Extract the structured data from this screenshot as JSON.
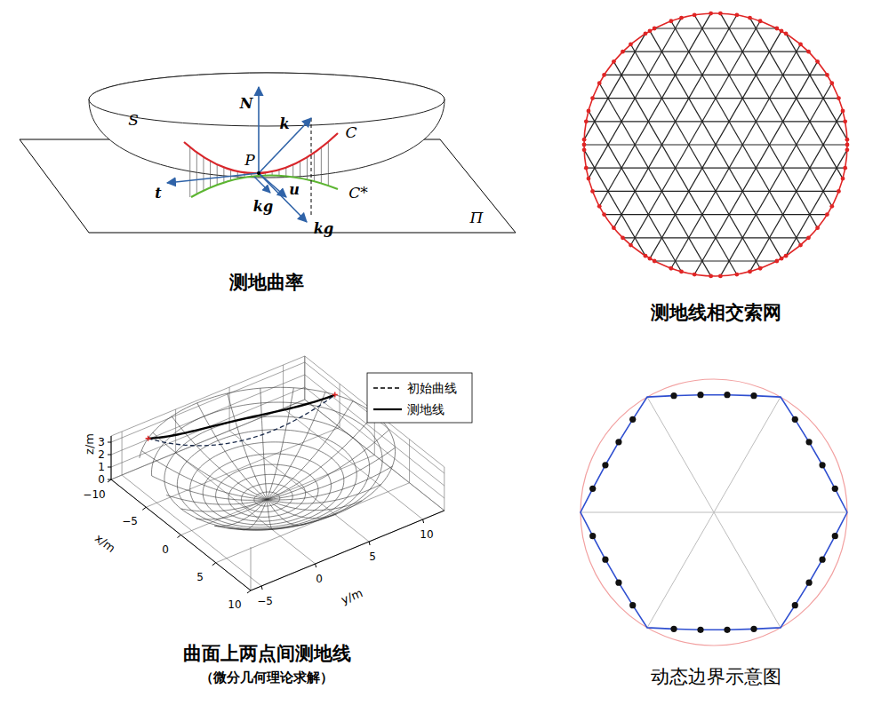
{
  "diagram": {
    "labels": [
      "S",
      "N",
      "k",
      "C",
      "P",
      "t",
      "u",
      "C*",
      "kg",
      "kg",
      "Π",
      "测地曲率",
      "测地线相交索网",
      "z/m",
      "3",
      "2",
      "1",
      "0",
      "−10",
      "−5",
      "0",
      "5",
      "10",
      "x/m",
      "−5",
      "0",
      "5",
      "10",
      "y/m",
      "曲面上两点间测地线",
      "（微分几何理论求解）",
      "动态边界示意图"
    ],
    "legend": [
      {
        "text": "初始曲线"
      },
      {
        "text": "测地线"
      }
    ]
  }
}
